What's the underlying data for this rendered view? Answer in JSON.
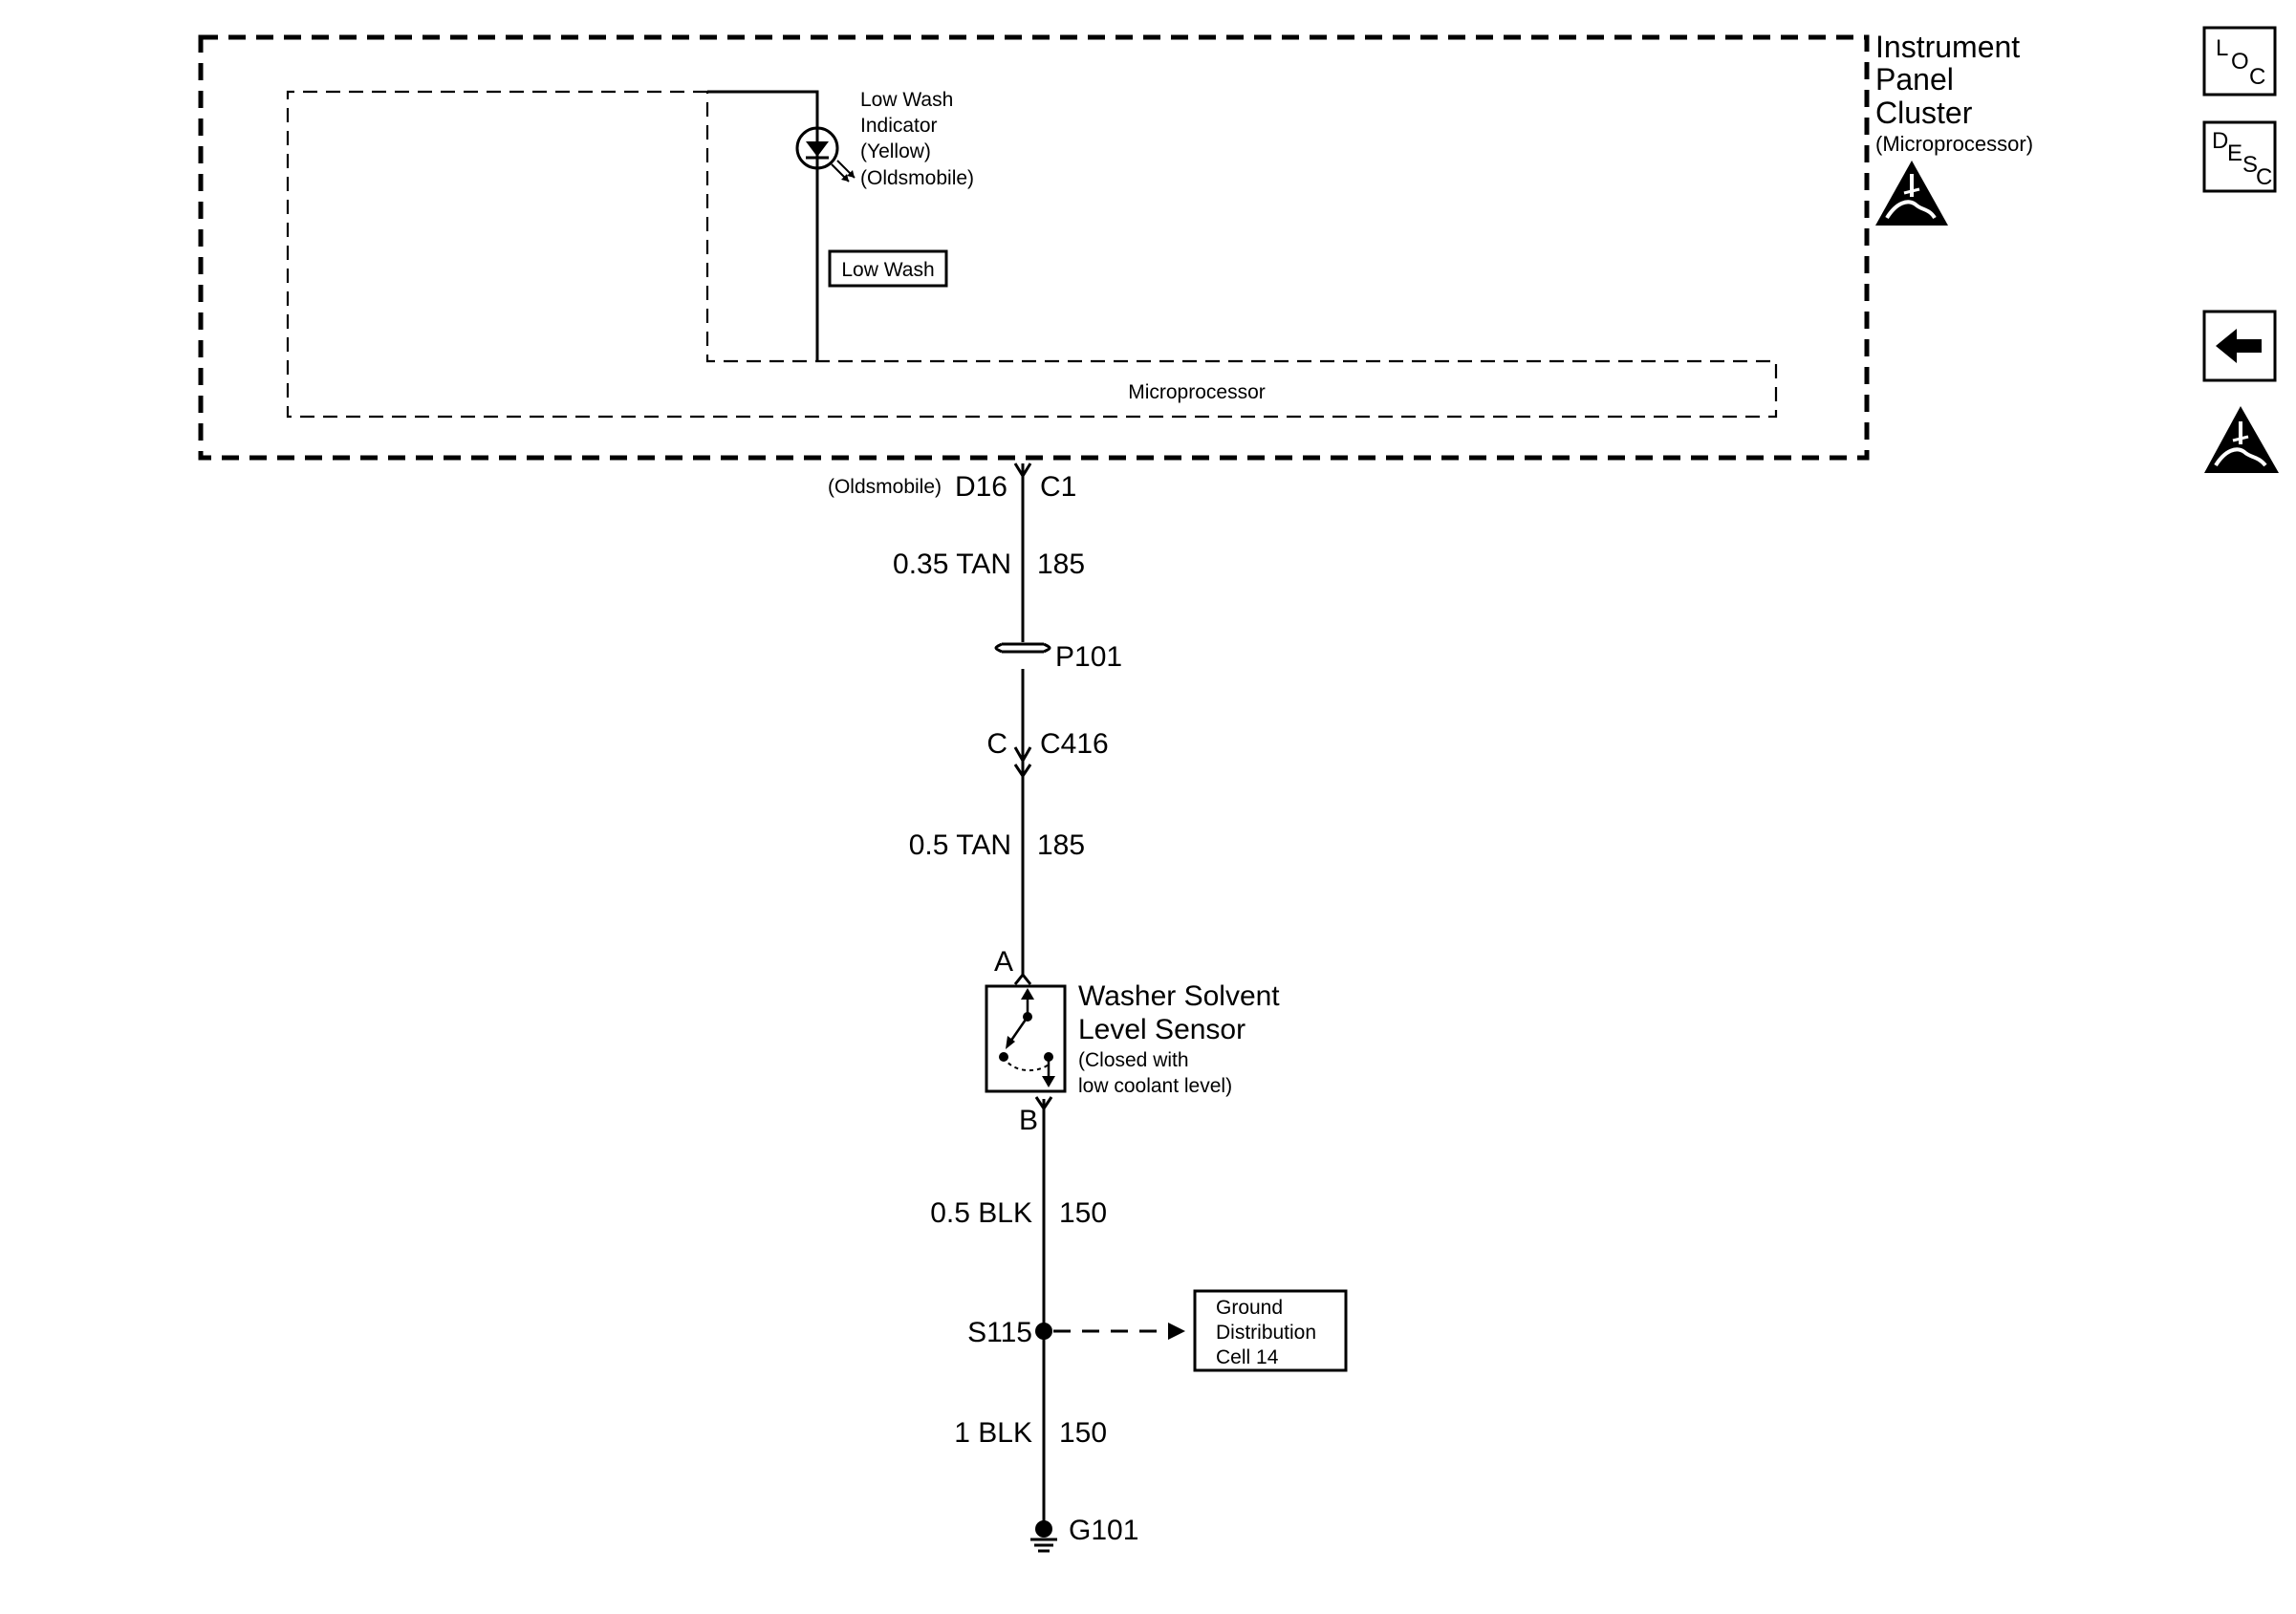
{
  "cluster": {
    "title_lines": [
      "Instrument",
      "Panel",
      "Cluster"
    ],
    "subtitle": "(Microprocessor)",
    "microprocessor_label": "Microprocessor",
    "indicator_lines": [
      "Low Wash",
      "Indicator",
      "(Yellow)",
      "(Oldsmobile)"
    ],
    "message_label": "Low Wash"
  },
  "connectors": {
    "cluster_variant": "(Oldsmobile)",
    "cluster_pin": "D16",
    "cluster_connector": "C1",
    "passthrough": "P101",
    "inline_pin": "C",
    "inline_connector": "C416",
    "sensor_pin_a": "A",
    "sensor_pin_b": "B"
  },
  "wires": [
    {
      "size_color": "0.35 TAN",
      "circuit": "185"
    },
    {
      "size_color": "0.5 TAN",
      "circuit": "185"
    },
    {
      "size_color": "0.5 BLK",
      "circuit": "150"
    },
    {
      "size_color": "1 BLK",
      "circuit": "150"
    }
  ],
  "sensor": {
    "name_lines": [
      "Washer Solvent",
      "Level Sensor"
    ],
    "note_lines": [
      "(Closed with",
      "low coolant level)"
    ]
  },
  "splice": {
    "label": "S115",
    "reference_lines": [
      "Ground",
      "Distribution",
      "Cell 14"
    ]
  },
  "ground": {
    "label": "G101"
  },
  "nav": {
    "loc": {
      "big": "L",
      "o": "O",
      "c": "C"
    },
    "desc": {
      "big": "D",
      "e": "E",
      "s": "S",
      "c": "C"
    }
  }
}
